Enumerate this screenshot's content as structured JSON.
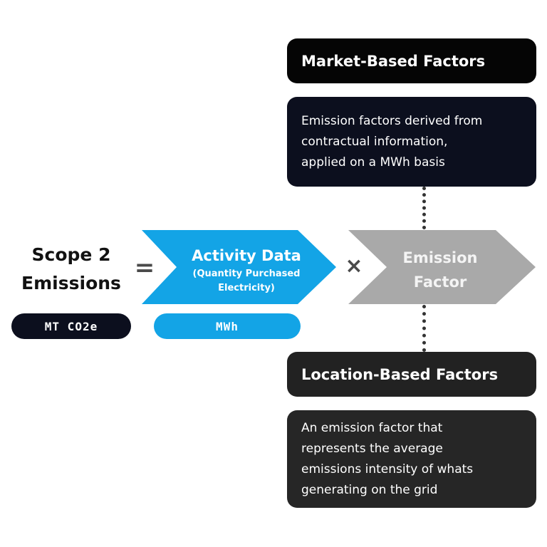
{
  "left": {
    "title_line1": "Scope 2",
    "title_line2": "Emissions",
    "unit_pill": "MT CO2e"
  },
  "operators": {
    "equals": "=",
    "times": "×"
  },
  "activity": {
    "title": "Activity Data",
    "subtitle_line1": "(Quantity Purchased",
    "subtitle_line2": "Electricity)",
    "unit_pill": "MWh",
    "color": "#13a4e6"
  },
  "emission_factor": {
    "title_line1": "Emission",
    "title_line2": "Factor",
    "color": "#a9a9a9"
  },
  "market_based": {
    "heading": "Market-Based Factors",
    "body_line1": "Emission factors derived from",
    "body_line2": "contractual information,",
    "body_line3": "applied on a MWh basis"
  },
  "location_based": {
    "heading": "Location-Based Factors",
    "body_line1": "An emission factor that",
    "body_line2": "represents the average",
    "body_line3": "emissions intensity of whats",
    "body_line4": "generating on the grid"
  }
}
